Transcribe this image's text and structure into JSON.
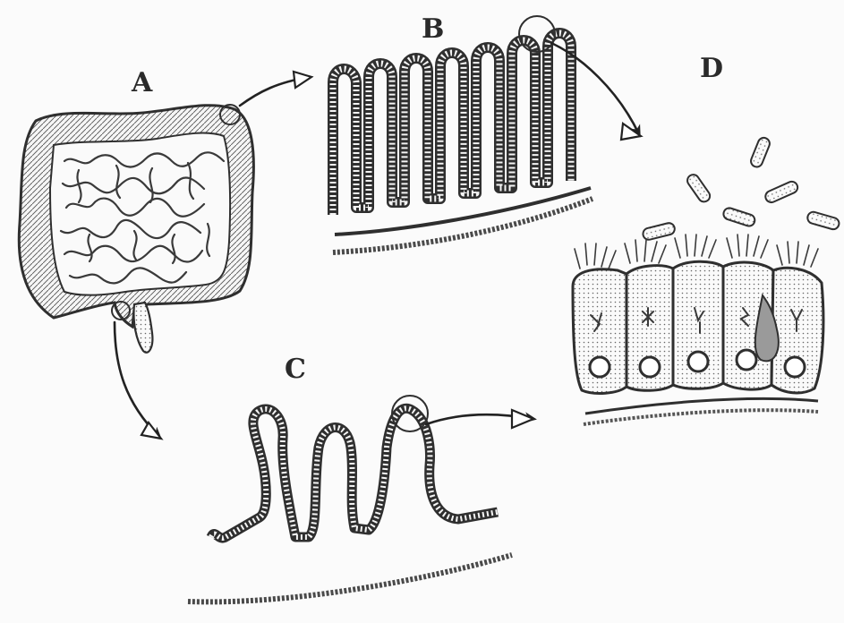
{
  "panels": [
    {
      "id": "A",
      "label": "A"
    },
    {
      "id": "B",
      "label": "B"
    },
    {
      "id": "C",
      "label": "C"
    },
    {
      "id": "D",
      "label": "D"
    }
  ],
  "colors": {
    "ink": "#2f2f2f",
    "shade": "#8a8a8a",
    "paper": "#fbfbfb"
  }
}
